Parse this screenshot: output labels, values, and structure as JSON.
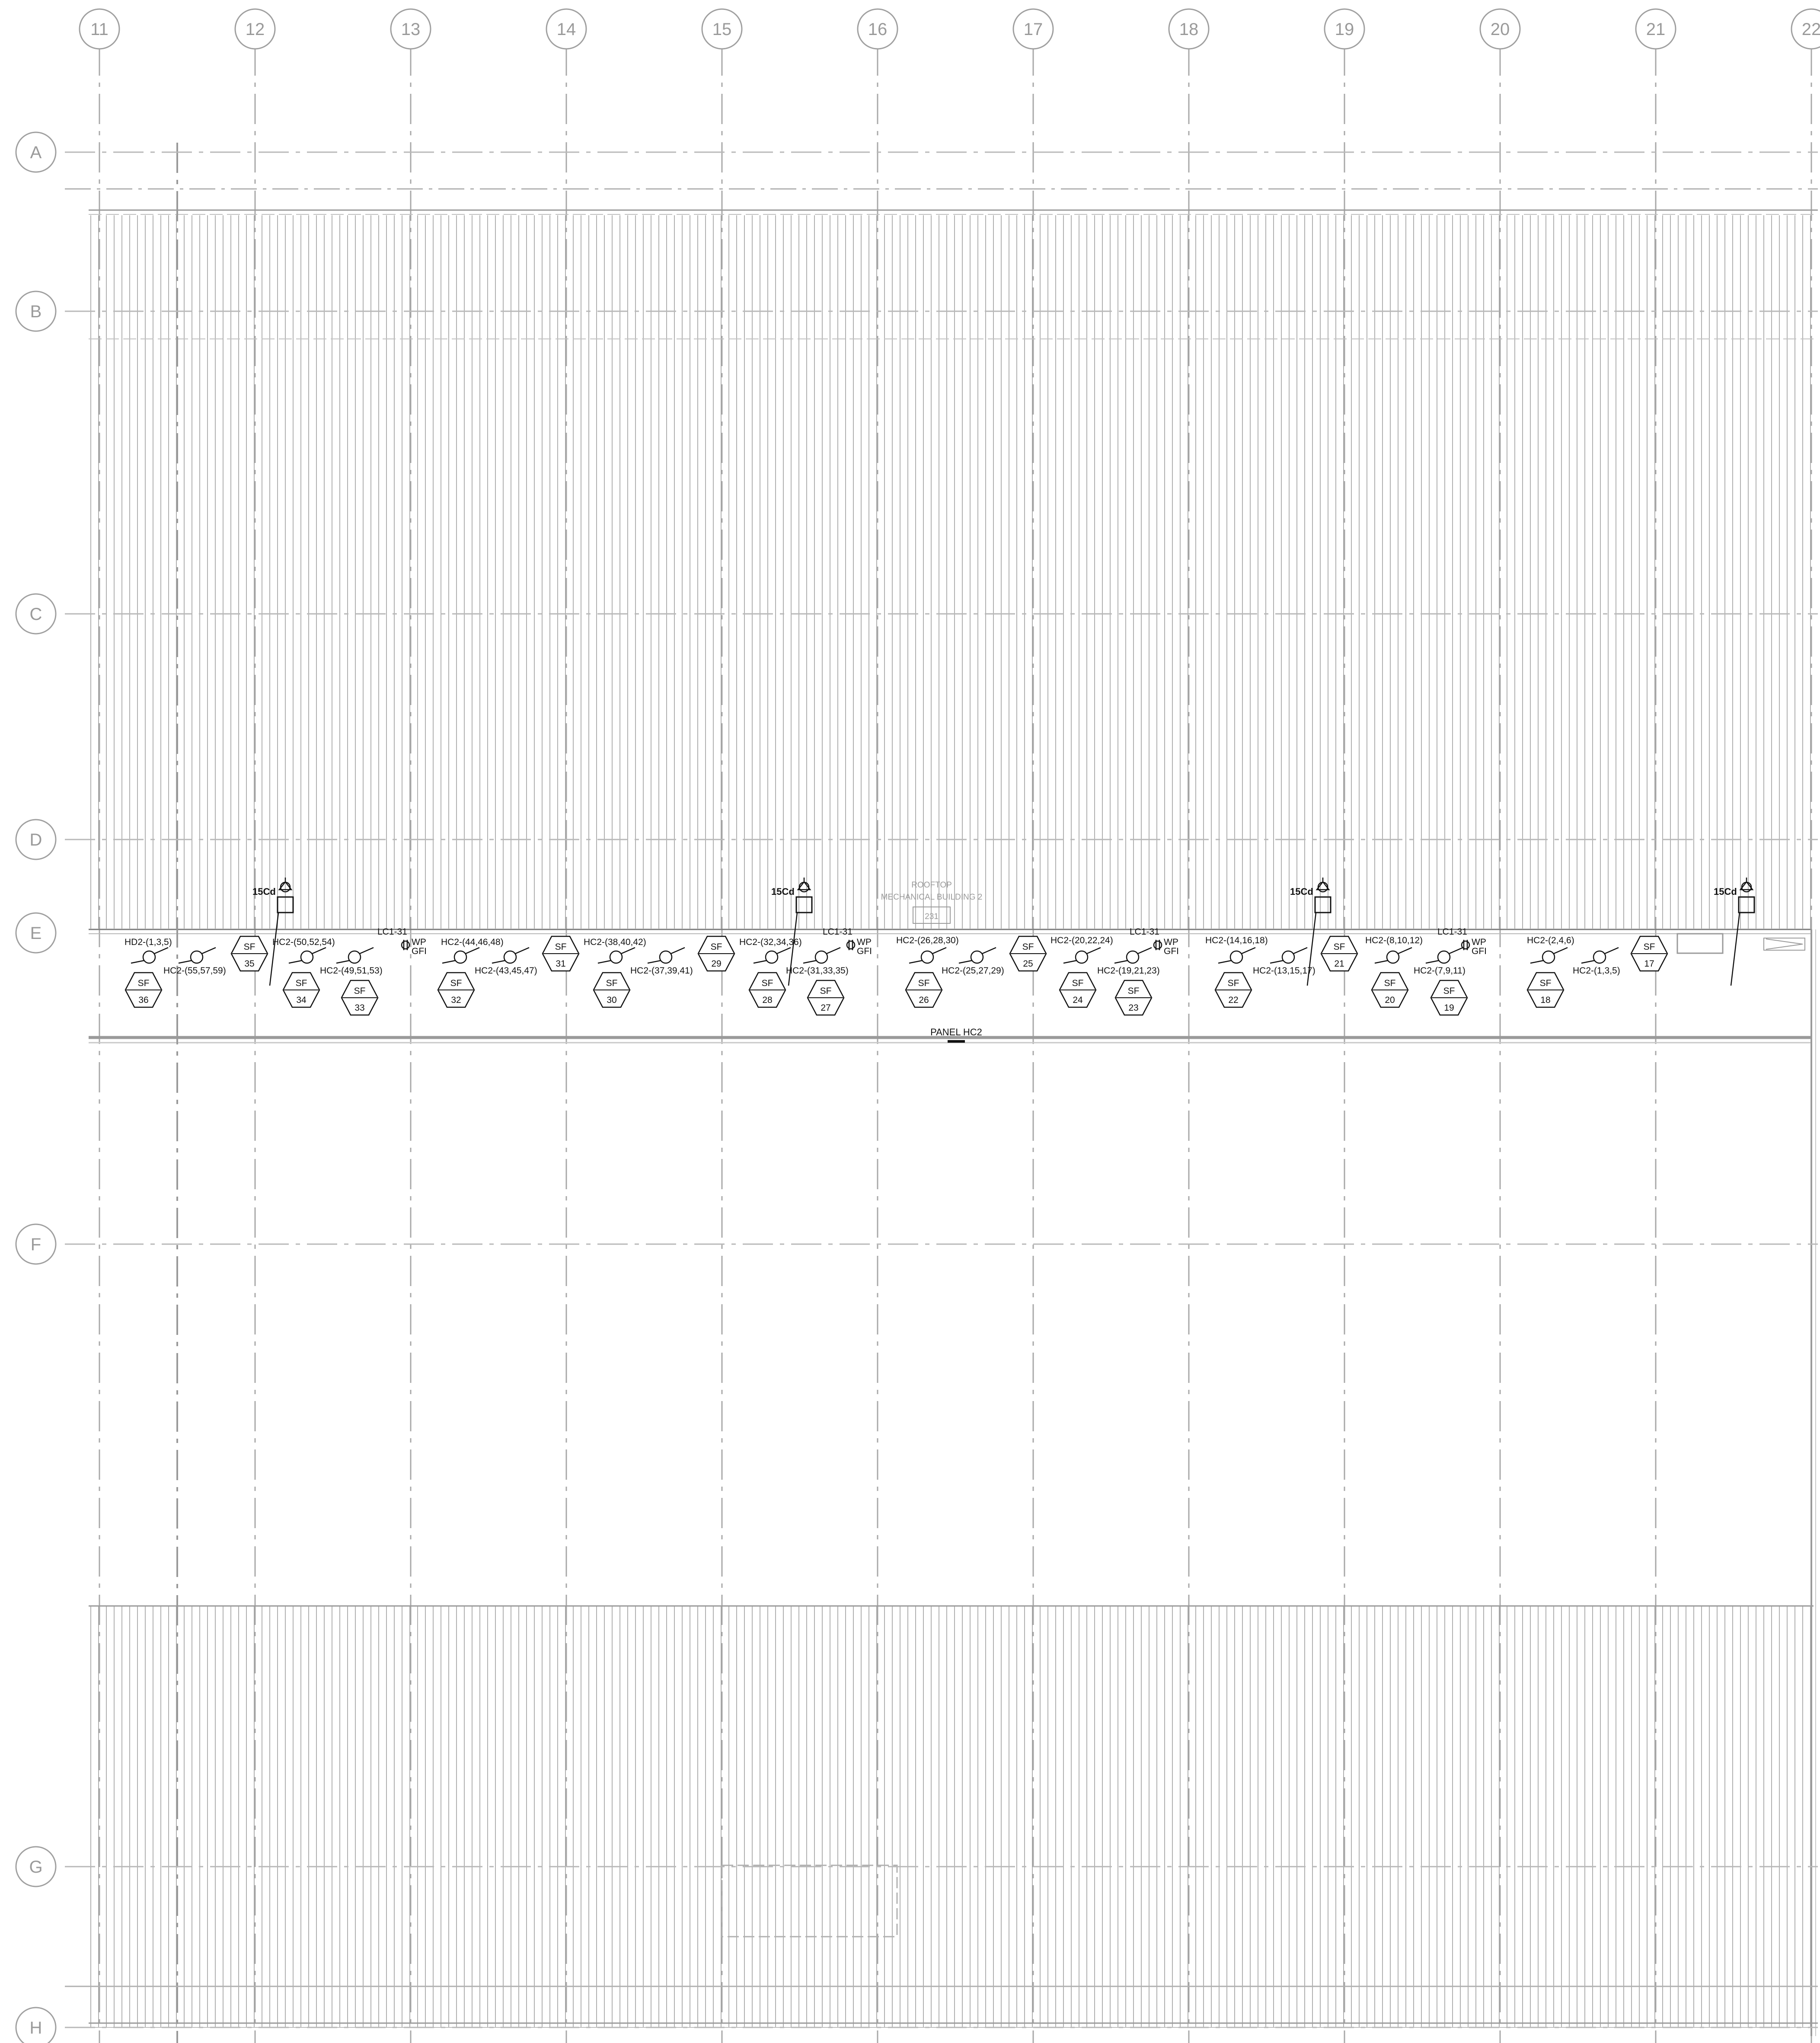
{
  "drawing": {
    "column_grid": [
      "11",
      "12",
      "13",
      "14",
      "15",
      "16",
      "17",
      "18",
      "19",
      "20",
      "21",
      "22"
    ],
    "row_grid": [
      "A",
      "B",
      "C",
      "D",
      "E",
      "F",
      "G",
      "H"
    ],
    "room": {
      "name_line1": "ROOFTOP",
      "name_line2": "MECHANICAL BUILDING 2",
      "number": "231"
    },
    "panel_label": "PANEL HC2",
    "receptacle_circuit": "LC1-31",
    "receptacle_type_top": "WP",
    "receptacle_type_bottom": "GFI",
    "disconnect_label": "15Cd",
    "tag_prefix": "SF",
    "fan_units": [
      {
        "tag": "36",
        "circuit": "HD2-(1,3,5)"
      },
      {
        "tag": "35",
        "circuit": "HC2-(55,57,59)"
      },
      {
        "tag": "34",
        "circuit": "HC2-(50,52,54)"
      },
      {
        "tag": "33",
        "circuit": "HC2-(49,51,53)"
      },
      {
        "tag": "32",
        "circuit": "HC2-(44,46,48)"
      },
      {
        "tag": "31",
        "circuit": "HC2-(43,45,47)"
      },
      {
        "tag": "30",
        "circuit": "HC2-(38,40,42)"
      },
      {
        "tag": "29",
        "circuit": "HC2-(37,39,41)"
      },
      {
        "tag": "28",
        "circuit": "HC2-(32,34,36)"
      },
      {
        "tag": "27",
        "circuit": "HC2-(31,33,35)"
      },
      {
        "tag": "26",
        "circuit": "HC2-(26,28,30)"
      },
      {
        "tag": "25",
        "circuit": "HC2-(25,27,29)"
      },
      {
        "tag": "24",
        "circuit": "HC2-(20,22,24)"
      },
      {
        "tag": "23",
        "circuit": "HC2-(19,21,23)"
      },
      {
        "tag": "22",
        "circuit": "HC2-(14,16,18)"
      },
      {
        "tag": "21",
        "circuit": "HC2-(13,15,17)"
      },
      {
        "tag": "20",
        "circuit": "HC2-(8,10,12)"
      },
      {
        "tag": "19",
        "circuit": "HC2-(7,9,11)"
      },
      {
        "tag": "18",
        "circuit": "HC2-(2,4,6)"
      },
      {
        "tag": "17",
        "circuit": "HC2-(1,3,5)"
      }
    ]
  }
}
